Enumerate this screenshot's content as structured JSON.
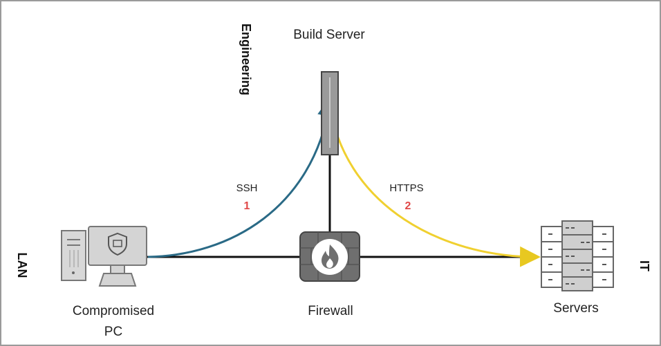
{
  "zones": {
    "lan": "LAN",
    "engineering": "Engineering",
    "it": "IT"
  },
  "nodes": {
    "build_server": "Build Server",
    "compromised_pc_line1": "Compromised",
    "compromised_pc_line2": "PC",
    "firewall": "Firewall",
    "servers": "Servers"
  },
  "connections": [
    {
      "protocol": "SSH",
      "step": "1",
      "color": "#2a6a86"
    },
    {
      "protocol": "HTTPS",
      "step": "2",
      "color": "#f0d030"
    }
  ]
}
